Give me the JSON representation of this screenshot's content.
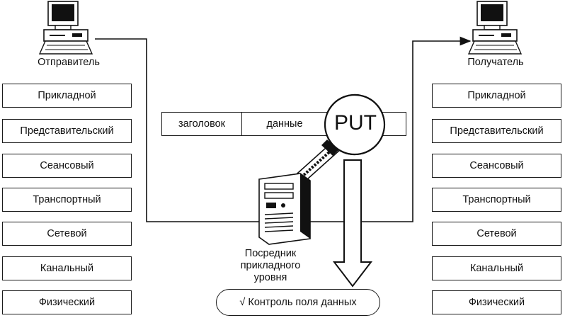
{
  "sender": {
    "label": "Отправитель",
    "layers": [
      "Прикладной",
      "Представительский",
      "Сеансовый",
      "Транспортный",
      "Сетевой",
      "Канальный",
      "Физический"
    ]
  },
  "receiver": {
    "label": "Получатель",
    "layers": [
      "Прикладной",
      "Представительский",
      "Сеансовый",
      "Транспортный",
      "Сетевой",
      "Канальный",
      "Физический"
    ]
  },
  "packet": {
    "header": "заголовок",
    "data": "данные"
  },
  "inspection": {
    "command": "PUT"
  },
  "proxy": {
    "label_line1": "Посредник",
    "label_line2": "прикладного",
    "label_line3": "уровня"
  },
  "check": {
    "label": "√ Контроль поля данных"
  },
  "icons": {
    "sender_computer": "desktop-computer-icon",
    "receiver_computer": "desktop-computer-icon",
    "proxy_server": "server-tower-icon",
    "magnifier": "magnifying-glass-icon",
    "arrow": "down-arrow-icon"
  }
}
